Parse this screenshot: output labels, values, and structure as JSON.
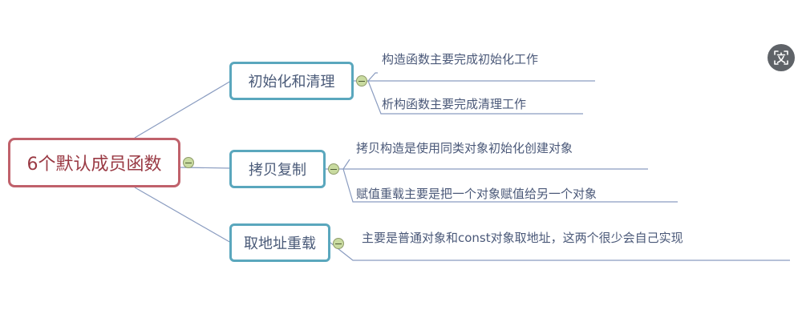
{
  "mindmap": {
    "root": {
      "label": "6个默认成员函数"
    },
    "branches": [
      {
        "label": "初始化和清理",
        "leaves": [
          "构造函数主要完成初始化工作",
          "析构函数主要完成清理工作"
        ]
      },
      {
        "label": "拷贝复制",
        "leaves": [
          "拷贝构造是使用同类对象初始化创建对象",
          "赋值重载主要是把一个对象赋值给另一个对象"
        ]
      },
      {
        "label": "取地址重载",
        "leaves": [
          "主要是普通对象和const对象取地址，这两个很少会自己实现"
        ]
      }
    ]
  },
  "colors": {
    "root_border": "#c0616b",
    "branch_border": "#5aa7bd",
    "connector": "#8a9cc0",
    "collapse_fill": "#c9dba0"
  },
  "icons": {
    "collapse": "collapse-minus-icon",
    "translate": "translate-icon"
  }
}
